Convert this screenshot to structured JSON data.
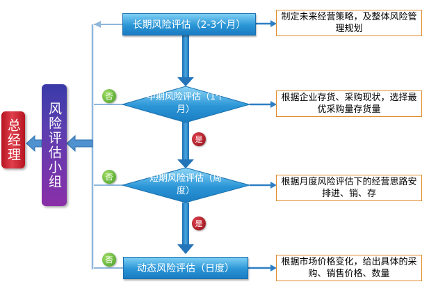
{
  "nodes": {
    "general_manager": "总经理",
    "risk_team": "风险评估小组",
    "long_term": "长期风险评估（2-3个月）",
    "mid_term": "中期风险评估（1个月）",
    "short_term": "短期风险评估（周度）",
    "dynamic": "动态风险评估（日度）"
  },
  "notes": {
    "long_term": "制定未来经营策略，及整体风险管理规划",
    "mid_term": "根据企业存货、采购现状，选择最优采购量存货量",
    "short_term": "根据月度风险评估下的经营思路安排进、销、存",
    "dynamic": "根据市场价格变化，给出具体的采购、销售价格、数量"
  },
  "badges": {
    "no": "否",
    "yes": "是"
  },
  "colors": {
    "shape_blue": "#2a95d6",
    "arrow_blue": "#2e7fc4",
    "note_border": "#e08a2a",
    "team_purple": "#5a3fb0",
    "gm_red": "#c8202c"
  }
}
